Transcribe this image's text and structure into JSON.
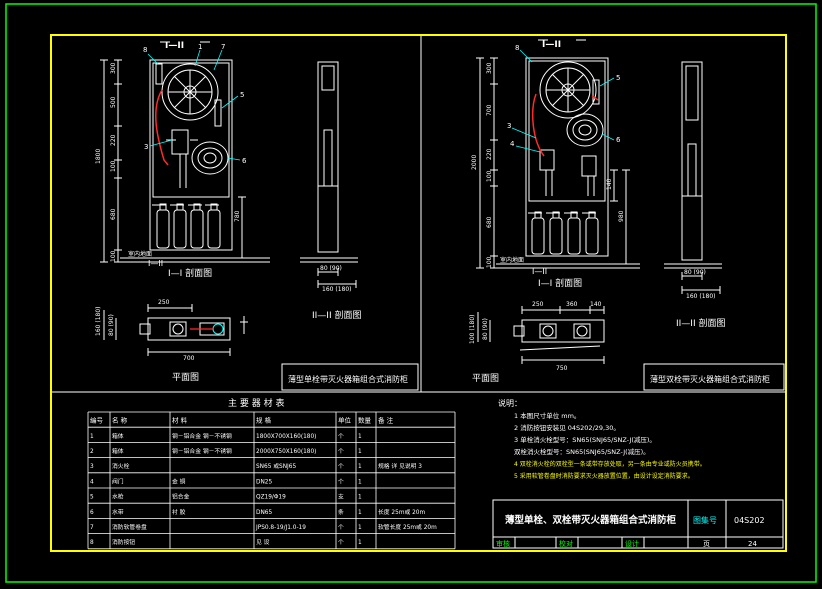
{
  "colors": {
    "background": "#000000",
    "frame_outer": "#00ff00",
    "frame_inner": "#ffff00",
    "line": "#ffffff",
    "hose": "#ff2a2a",
    "accent": "#00ffff",
    "note": "#ffff00"
  },
  "left": {
    "section_title": "I—I 剖面图",
    "side_title": "II—II 剖面图",
    "plan_title": "平面图",
    "cabinet_title": "薄型单栓带灭火器箱组合式消防柜",
    "cut_top": "I—II",
    "cut_bottom": "I—II",
    "floor_label": "室内地面",
    "callouts": [
      "8",
      "1",
      "7",
      "5",
      "3",
      "6"
    ],
    "dims_v": [
      "300",
      "500",
      "220",
      "100",
      "680",
      "100"
    ],
    "dim_total": "1800",
    "dim_right": "780",
    "dims_side": [
      "80 (90)",
      "160 (180)"
    ],
    "plan_dims": [
      "250",
      "160 (180)",
      "80 (90)",
      "700"
    ]
  },
  "right": {
    "section_title": "I—I 剖面图",
    "side_title": "II—II 剖面图",
    "plan_title": "平面图",
    "cabinet_title": "薄型双栓带灭火器箱组合式消防柜",
    "cut_top": "I—II",
    "cut_bottom": "I—II",
    "floor_label": "室内地面",
    "callouts": [
      "8",
      "3",
      "4",
      "5",
      "6"
    ],
    "dims_v": [
      "300",
      "700",
      "220",
      "100",
      "680",
      "100"
    ],
    "dim_total": "2000",
    "dim_right": "140",
    "dim_right2": "980",
    "dims_side": [
      "80 (90)",
      "160 (180)"
    ],
    "plan_dims": [
      "250",
      "360",
      "140",
      "100 (180)",
      "80 (90)",
      "750"
    ]
  },
  "table": {
    "title": "主 要 器 材 表",
    "headers": [
      "编号",
      "名 称",
      "材 料",
      "规 格",
      "单位",
      "数量",
      "备 注"
    ],
    "rows": [
      [
        "1",
        "箱体",
        "钢－铝合金 钢－不锈钢",
        "1800X700X160(180)",
        "个",
        "1",
        ""
      ],
      [
        "2",
        "箱体",
        "钢－铝合金 钢－不锈钢",
        "2000X750X160(180)",
        "个",
        "1",
        ""
      ],
      [
        "3",
        "消火栓",
        "",
        "SN65 或SNJ65",
        "个",
        "1",
        "规格 详 见说明 3"
      ],
      [
        "4",
        "阀门",
        "金 铜",
        "DN25",
        "个",
        "1",
        ""
      ],
      [
        "5",
        "水枪",
        "铝合金",
        "QZ19/Φ19",
        "支",
        "1",
        ""
      ],
      [
        "6",
        "水带",
        "衬 胶",
        "DN65",
        "条",
        "1",
        "长度 25m或 20m"
      ],
      [
        "7",
        "消防软管卷盘",
        "",
        "JPS0.8-19/J1.0-19",
        "个",
        "1",
        "软管长度 25m或 20m"
      ],
      [
        "8",
        "消防按钮",
        "",
        "见 设",
        "个",
        "1",
        ""
      ]
    ]
  },
  "notes": {
    "heading": "说明：",
    "lines": [
      "1  本图尺寸单位   mm。",
      "2  消防按钮安装见    04S202/29,30。",
      "3  单栓消火栓型号：SN65(SNJ65/SNZ-J(减压)。",
      "   双栓消火栓型号：SN65(SNJ65/SNZ-J(减压)。",
      "4  双栓消火栓的双栓型一条或带存放处取，另一条由专业或防火员携带。",
      "5  采用软管卷盘时消防要求灭火器放置位置，由设计设定消防要求。"
    ]
  },
  "titleblock": {
    "title": "薄型单栓、双栓带灭火器箱组合式消防柜",
    "atlas_label": "图集号",
    "atlas_no": "04S202",
    "review": "审核",
    "check": "校对",
    "design": "设计",
    "page_label": "页",
    "page_no": "24"
  }
}
